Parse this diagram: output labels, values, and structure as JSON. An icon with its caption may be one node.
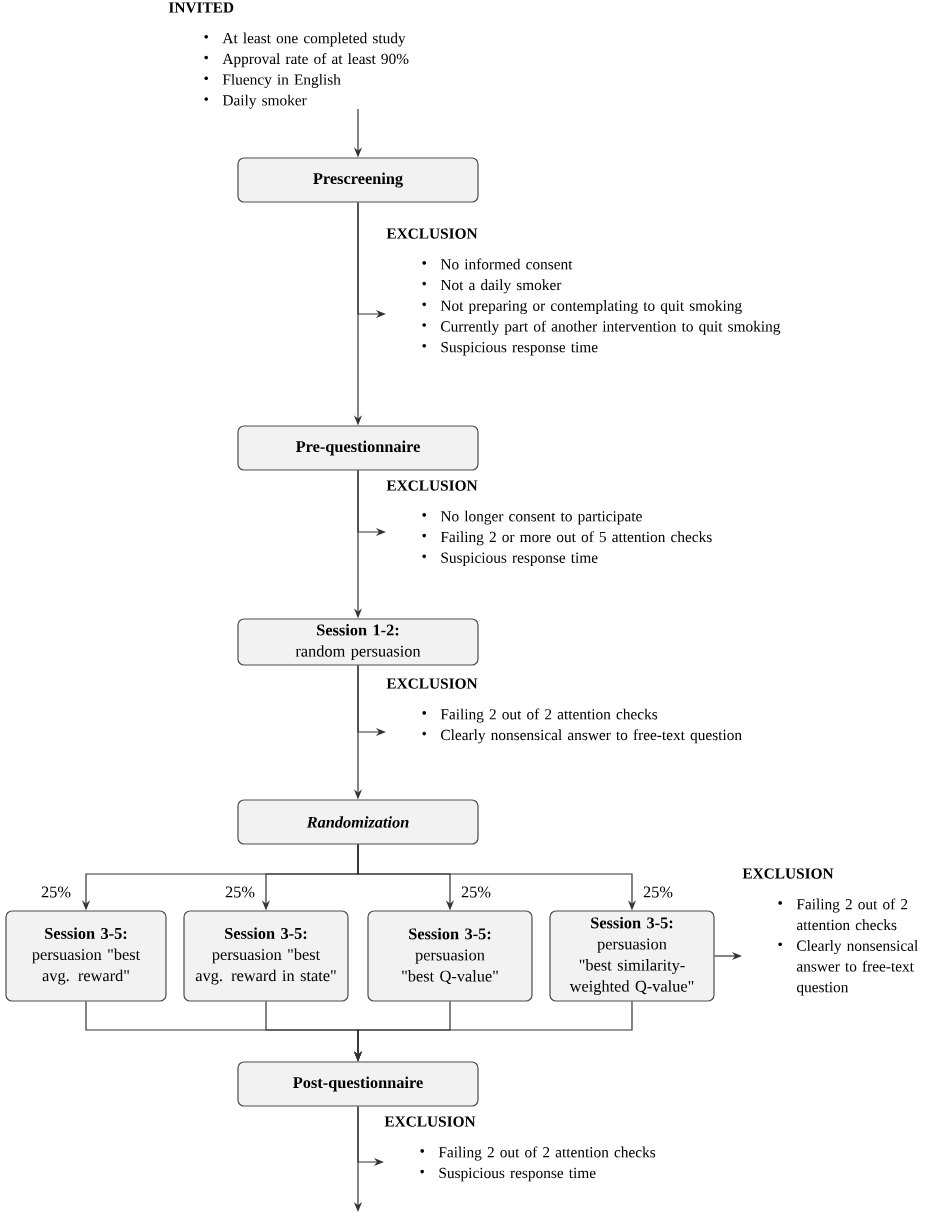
{
  "diagram": {
    "nodes": [
      {
        "text": [
          "INVITED",
          "At least one completed study",
          "Approval rate of at least 90%",
          "Fluency in English",
          "Daily smoker"
        ]
      },
      {
        "text": [
          "Prescreening"
        ]
      },
      {
        "text": [
          "EXCLUSION",
          "No informed consent",
          "Not a daily smoker",
          "Not preparing or contemplating to quit smoking",
          "Currently part of another intervention to quit smoking",
          "Suspicious response time"
        ]
      },
      {
        "text": [
          "Pre-questionnaire"
        ]
      },
      {
        "text": [
          "EXCLUSION",
          "No longer consent to participate",
          "Failing 2 or more out of 5 attention checks",
          "Suspicious response time"
        ]
      },
      {
        "text": [
          "Session 1-2:",
          "random persuasion"
        ]
      },
      {
        "text": [
          "EXCLUSION",
          "Failing 2 out of 2 attention checks",
          "Clearly nonsensical answer to free-text question"
        ]
      },
      {
        "text": [
          "Randomization"
        ]
      },
      {
        "text": [
          "Session 3-5:",
          "persuasion \"best avg. reward\""
        ]
      },
      {
        "text": [
          "Session 3-5:",
          "persuasion \"best avg. reward in state\""
        ]
      },
      {
        "text": [
          "Session 3-5:",
          "persuasion \"best Q-value\""
        ]
      },
      {
        "text": [
          "Session 3-5:",
          "persuasion \"best similarity-weighted Q-value\""
        ]
      },
      {
        "text": [
          "EXCLUSION",
          "Failing 2 out of 2 attention checks",
          "Clearly nonsensical answer to free-text question"
        ]
      },
      {
        "text": [
          "Post-questionnaire"
        ]
      },
      {
        "text": [
          "EXCLUSION",
          "Failing 2 out of 2 attention checks",
          "Suspicious response time"
        ]
      }
    ],
    "edges": [
      {
        "from": 0,
        "to": 1,
        "arrow": "to"
      },
      {
        "from": 1,
        "to": 2,
        "arrow": "to"
      },
      {
        "from": 1,
        "to": 3,
        "arrow": "to"
      },
      {
        "from": 3,
        "to": 4,
        "arrow": "to"
      },
      {
        "from": 3,
        "to": 5,
        "arrow": "to"
      },
      {
        "from": 5,
        "to": 6,
        "arrow": "to"
      },
      {
        "from": 5,
        "to": 7,
        "arrow": "to"
      },
      {
        "from": 7,
        "to": 8,
        "arrow": "to",
        "label": "25%"
      },
      {
        "from": 7,
        "to": 9,
        "arrow": "to",
        "label": "25%"
      },
      {
        "from": 7,
        "to": 10,
        "arrow": "to",
        "label": "25%"
      },
      {
        "from": 7,
        "to": 11,
        "arrow": "to",
        "label": "25%"
      },
      {
        "from": 11,
        "to": 12,
        "arrow": "to"
      },
      {
        "from": 8,
        "to": 13,
        "arrow": "to"
      },
      {
        "from": 9,
        "to": 13,
        "arrow": "to"
      },
      {
        "from": 10,
        "to": 13,
        "arrow": "to"
      },
      {
        "from": 11,
        "to": 13,
        "arrow": "to"
      },
      {
        "from": 13,
        "to": 14,
        "arrow": "to"
      },
      {
        "from": 13,
        "to": null,
        "arrow": "to"
      }
    ]
  }
}
